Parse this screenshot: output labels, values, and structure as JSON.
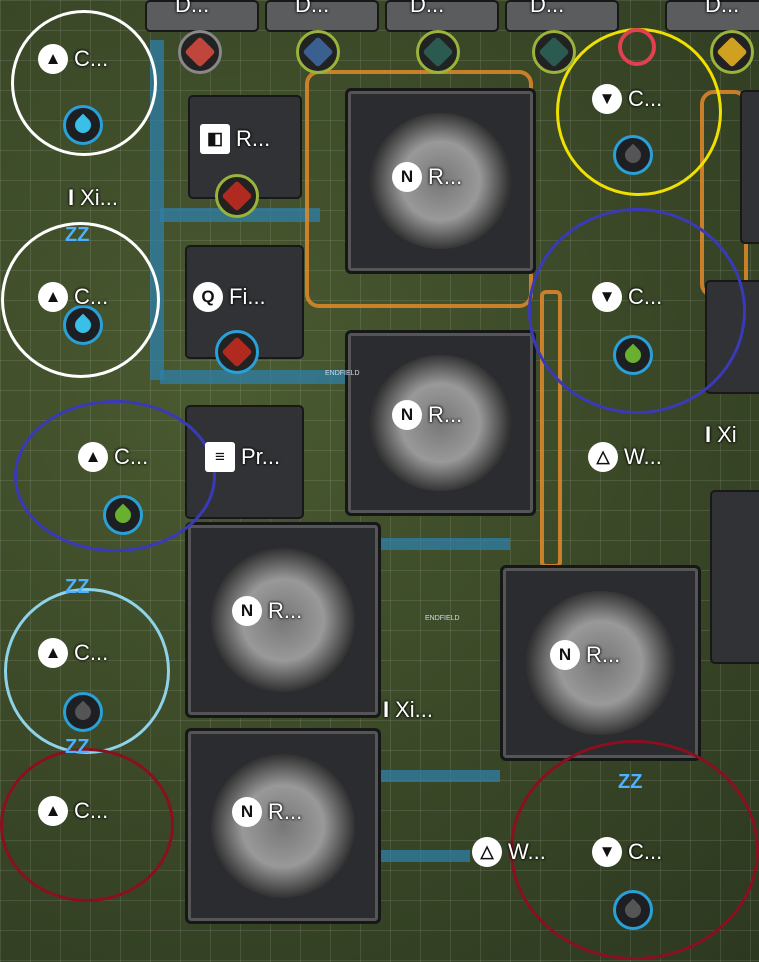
{
  "top_buildings": [
    {
      "label": "D..."
    },
    {
      "label": "D..."
    },
    {
      "label": "D..."
    },
    {
      "label": "D..."
    },
    {
      "label": "D..."
    }
  ],
  "labels": {
    "c1": "C...",
    "xi1": "Xi...",
    "c2": "C...",
    "c3": "C...",
    "c4": "C...",
    "c5": "C...",
    "r1": "R...",
    "fi": "Fi...",
    "pr": "Pr...",
    "r2": "R...",
    "r3": "R...",
    "r4": "R...",
    "r5": "R...",
    "r6": "R...",
    "xi2": "Xi...",
    "w1": "W...",
    "c6": "C...",
    "c7": "C...",
    "c8": "C...",
    "w2": "W...",
    "xi3": "Xi"
  },
  "belt_marking": "ENDFIELD",
  "colors": {
    "white_ring": "#ffffff",
    "blue_ring": "#3a3ab8",
    "lightblue_ring": "#8fd3ea",
    "red_ring": "#8a1020",
    "yellow_ring": "#f0e000",
    "belt_orange": "#e08a2a",
    "belt_blue": "#2f7fa8"
  },
  "status": {
    "sleep_icon": "ZZ",
    "blocked_icon": "no-entry"
  }
}
